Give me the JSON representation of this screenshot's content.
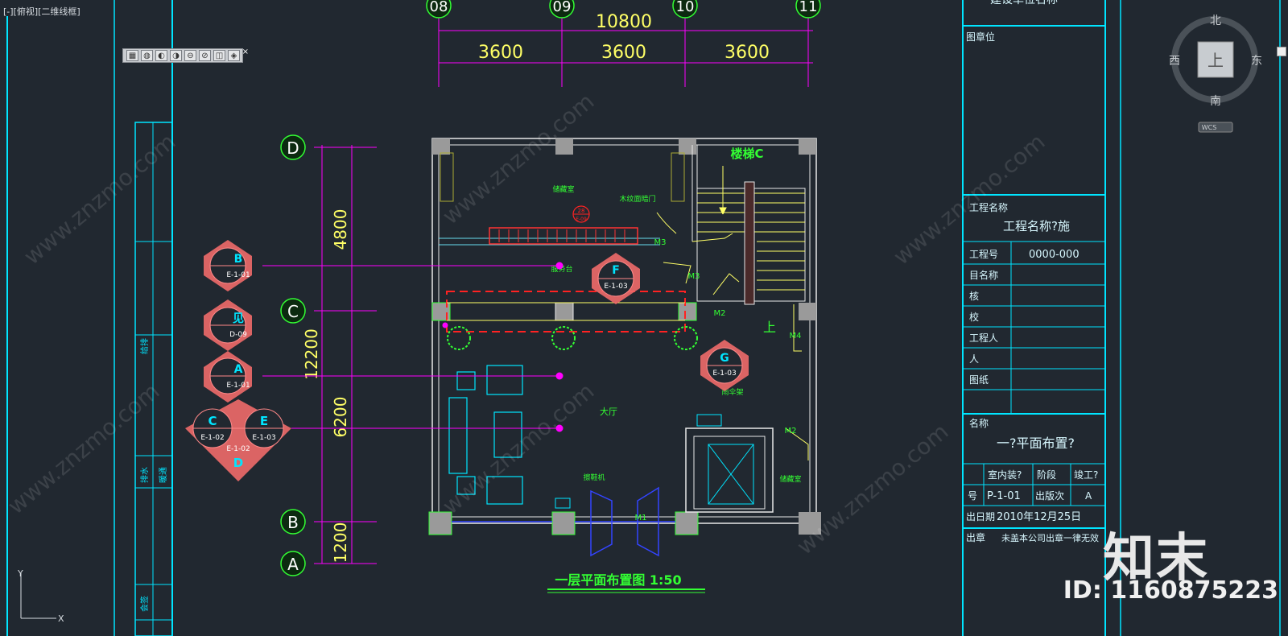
{
  "viewport_label": "[-][俯视][二维线框]",
  "toolbar": {
    "buttons": [
      "▦",
      "◍",
      "◐",
      "◑",
      "⊖",
      "⊘",
      "◫",
      "◈"
    ],
    "close": "×"
  },
  "grid_top": {
    "labels": [
      "08",
      "09",
      "10",
      "11"
    ],
    "total": "10800",
    "spans": [
      "3600",
      "3600",
      "3600"
    ]
  },
  "grid_left": {
    "labels": [
      "D",
      "C",
      "B",
      "A"
    ],
    "spans": [
      "4800",
      "6200",
      "1200"
    ],
    "total": "12200"
  },
  "plan_title": "一层平面布置图  1:50",
  "room_labels": {
    "stair": "楼梯C",
    "equip_room": "储藏室",
    "wood_door": "木纹面暗门",
    "service_desk": "服务台",
    "hall": "大厅",
    "locker": "雨伞架",
    "shoe": "擦鞋机",
    "storage2": "储藏室",
    "up": "上"
  },
  "door_tags": [
    "M3",
    "M3",
    "M2",
    "M4",
    "M2",
    "M1"
  ],
  "section_markers": [
    {
      "top": "B",
      "bottom": "E-1-01"
    },
    {
      "top": "见",
      "bottom": "D-09"
    },
    {
      "top": "A",
      "bottom": "E-1-01"
    },
    {
      "top": "F",
      "bottom": "E-1-03"
    },
    {
      "top": "G",
      "bottom": "E-1-03"
    }
  ],
  "quad_marker": {
    "left": "C",
    "left_ref": "E-1-02",
    "right": "E",
    "right_ref": "E-1-03",
    "center_ref": "E-1-02",
    "bottom": "D"
  },
  "index_marker": {
    "top": "28",
    "bottom": "E-09"
  },
  "left_strip_labels": [
    "给排",
    "排水",
    "暖通",
    "会签"
  ],
  "title_block": {
    "top_text": "建设单位名称",
    "seal_label": "图章位",
    "project_name_label": "工程名称",
    "project_name": "工程名称?施",
    "project_no_label": "工程号",
    "project_no": "0000-000",
    "item_label": "目名称",
    "rows": [
      "核",
      "校",
      "工程人",
      "人",
      "图纸"
    ],
    "drawing_name_label": "名称",
    "drawing_name": "一?平面布置?",
    "discipline": "室内装?",
    "stage_label": "阶段",
    "stage": "竣工?",
    "no_label": "号",
    "no": "P-1-01",
    "edition_label": "出版次",
    "edition": "A",
    "date_label": "出日期",
    "date": "2010年12月25日",
    "seal_note_label": "出章",
    "seal_note": "未盖本公司出章一律无效"
  },
  "compass": {
    "n": "北",
    "s": "南",
    "e": "东",
    "w": "西",
    "center": "上",
    "wcs": "WCS"
  },
  "watermark": {
    "logo": "知末",
    "id": "ID: 1160875223",
    "text": "www.znzmo.com"
  },
  "ucs": {
    "x": "X",
    "y": "Y"
  },
  "colors": {
    "background": "#212830",
    "cyan": "#00e5ff",
    "magenta": "#ff00ff",
    "yellow": "#ffff66",
    "green": "#33ff33",
    "red": "#ff2222",
    "salmon": "#ff8888"
  }
}
